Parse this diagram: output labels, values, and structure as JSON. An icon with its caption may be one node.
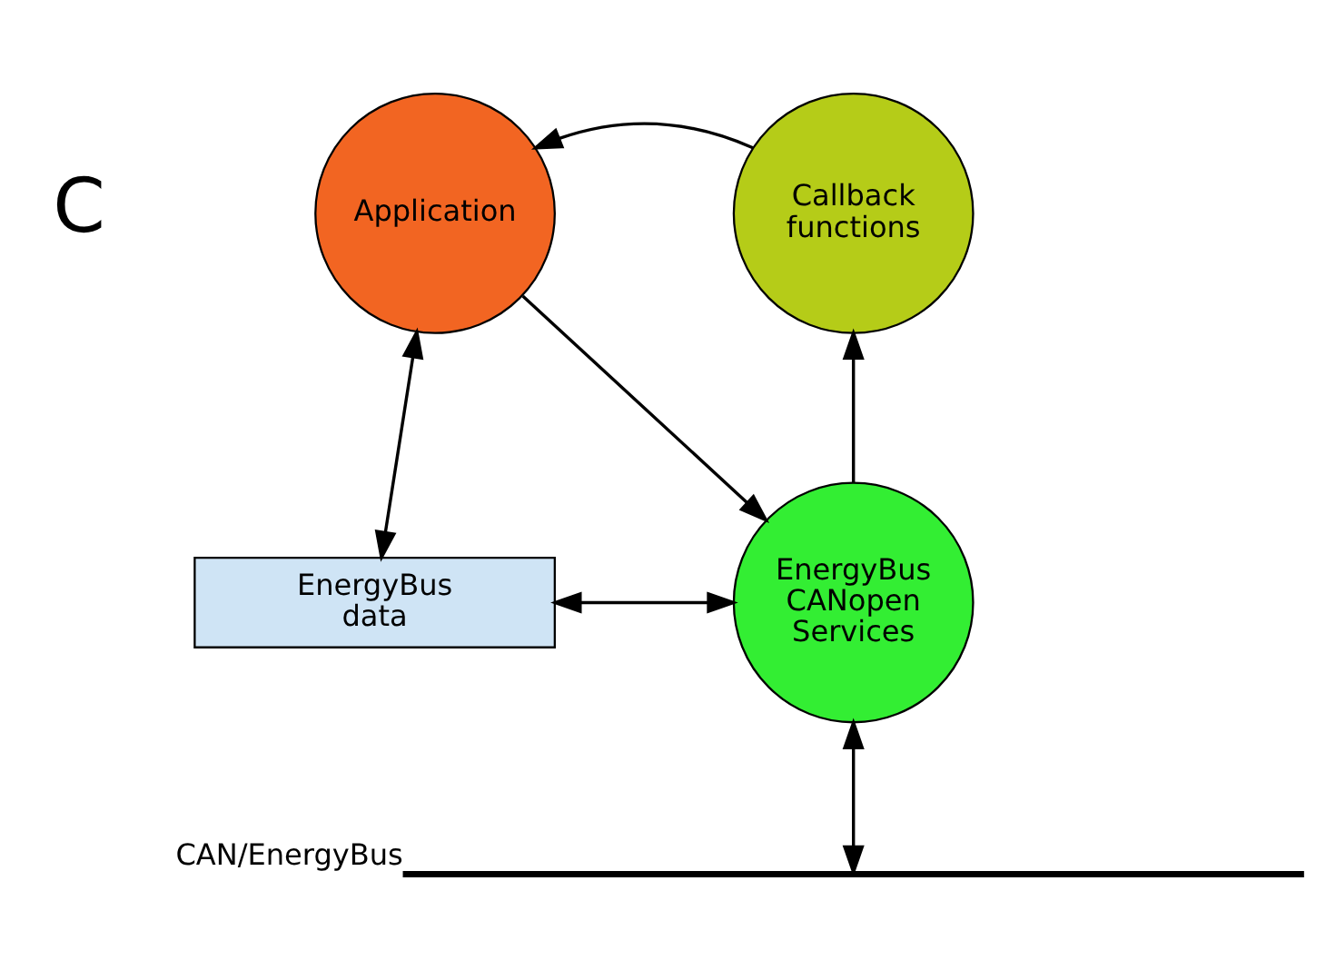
{
  "diagram": {
    "nodes": [
      {
        "text": [
          "Application"
        ]
      },
      {
        "text": [
          "Callback functions"
        ]
      },
      {
        "text": [
          "EnergyBus data"
        ]
      },
      {
        "text": [
          "EnergyBus CANopen Services"
        ]
      },
      {
        "text": [],
        "shape": "line",
        "beside": [
          "CAN/EnergyBus"
        ]
      }
    ],
    "edges": [
      {
        "from": 1,
        "to": 0,
        "arrow": "to"
      },
      {
        "from": 0,
        "to": 3,
        "arrow": "to"
      },
      {
        "from": 0,
        "to": 2,
        "arrow": "both"
      },
      {
        "from": 2,
        "to": 3,
        "arrow": "both"
      },
      {
        "from": 3,
        "to": 1,
        "arrow": "to"
      },
      {
        "from": 3,
        "to": 4,
        "arrow": "both"
      }
    ],
    "labels": [
      "C"
    ]
  }
}
